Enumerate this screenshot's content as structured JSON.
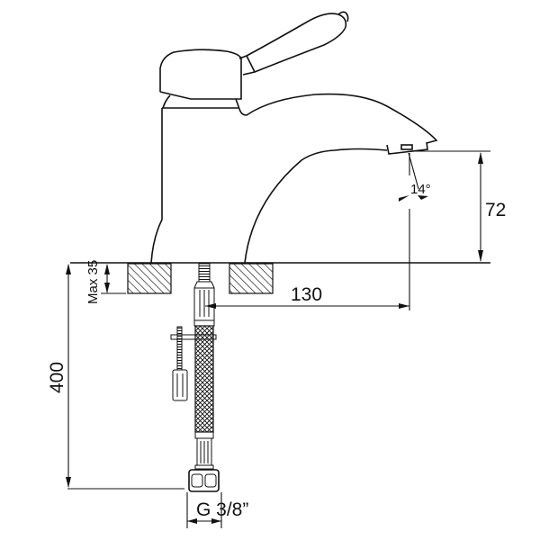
{
  "diagram": {
    "type": "technical-drawing",
    "subject": "single-lever basin mixer faucet, side elevation with flexible hose",
    "colors": {
      "line": "#111111",
      "background": "#ffffff"
    }
  },
  "dimensions": {
    "spout_height": "72",
    "spout_reach": "130",
    "spout_angle": "14°",
    "max_deck_thickness": "Max 35",
    "hose_length": "400",
    "connection_thread": "G 3/8”"
  },
  "components": {
    "handle": "lever-handle",
    "cartridge": "cartridge-housing",
    "body": "faucet-body",
    "spout": "spout",
    "aerator": "aerator",
    "deck": "countertop-section",
    "hose": "braided-flex-hose",
    "fixing": "mounting-rod-and-nut",
    "fitting": "hose-nut-fitting"
  }
}
